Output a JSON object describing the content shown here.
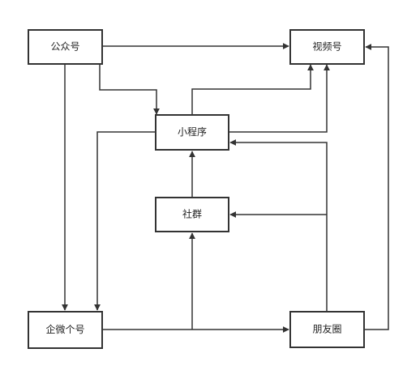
{
  "nodes": {
    "gongzhonghao": "公众号",
    "shipinhao": "视频号",
    "xiaochengxu": "小程序",
    "shequn": "社群",
    "qiwei": "企微个号",
    "pengyouquan": "朋友圈"
  }
}
